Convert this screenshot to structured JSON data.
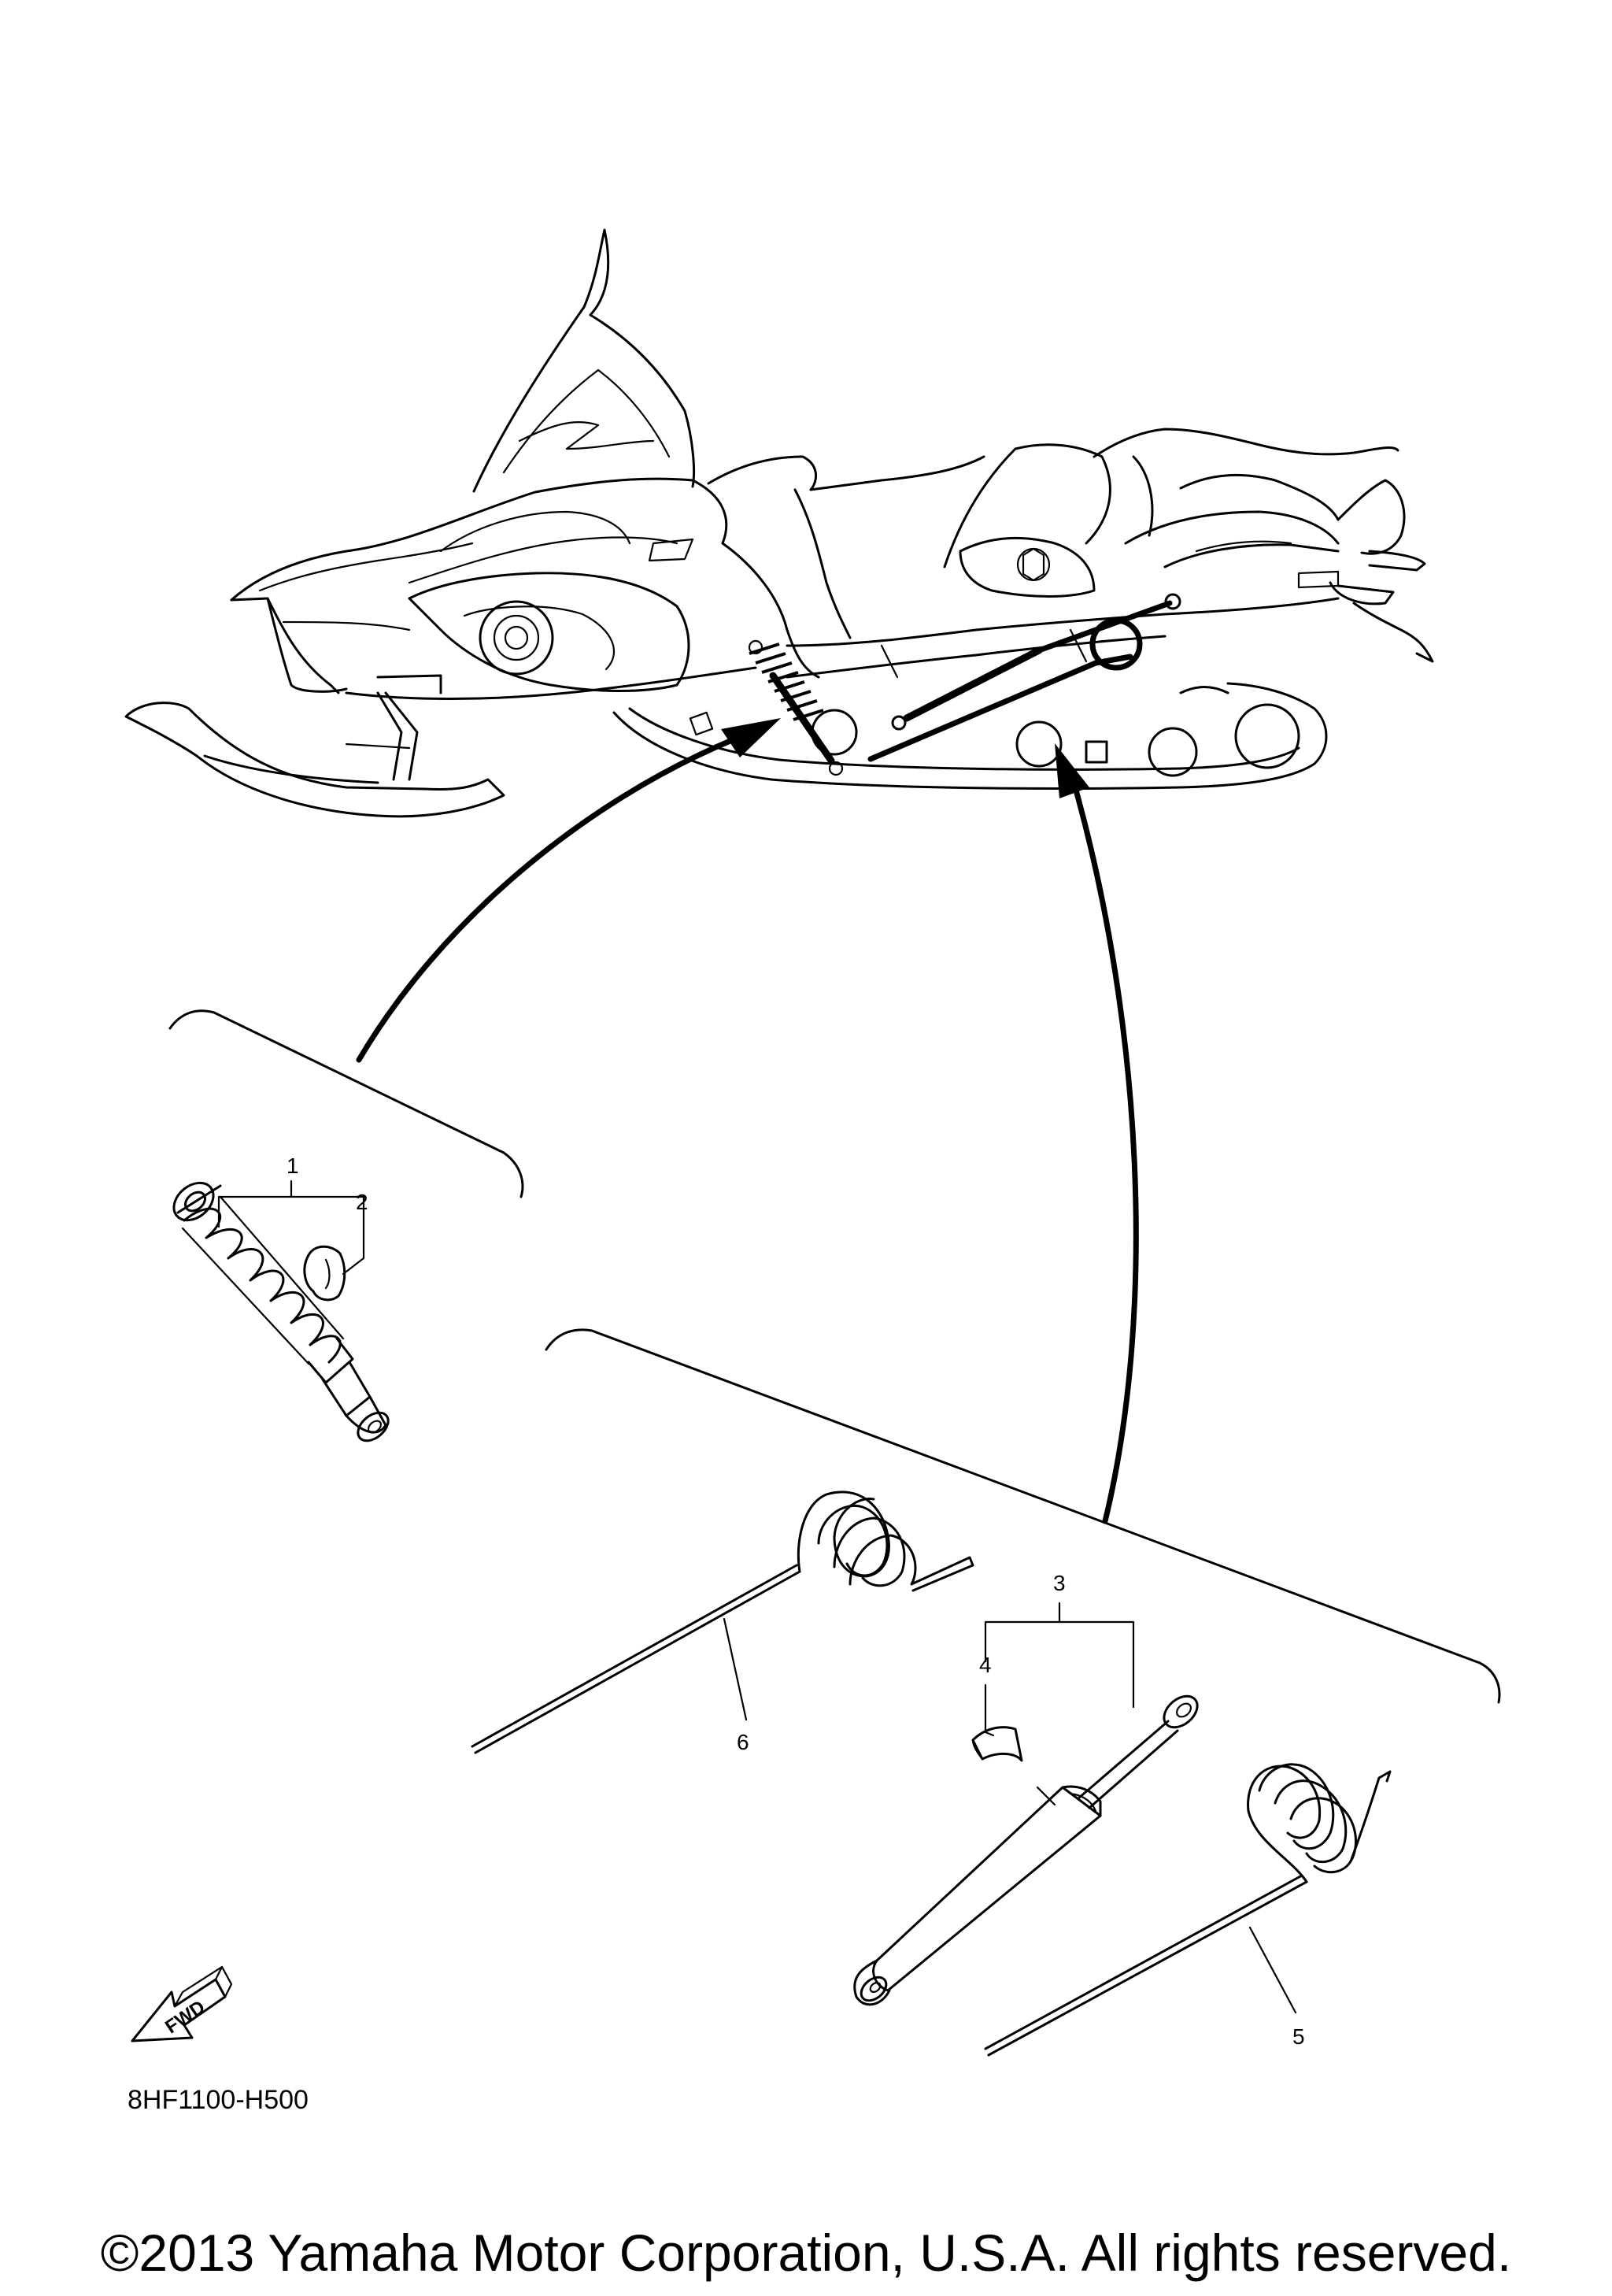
{
  "callouts": [
    {
      "id": "1",
      "label": "1"
    },
    {
      "id": "2",
      "label": "2"
    },
    {
      "id": "3",
      "label": "3"
    },
    {
      "id": "4",
      "label": "4"
    },
    {
      "id": "5",
      "label": "5"
    },
    {
      "id": "6",
      "label": "6"
    }
  ],
  "fwd_label": "FWD",
  "diagram_code": "8HF1100-H500",
  "copyright": "©2013 Yamaha Motor Corporation, U.S.A. All rights reserved."
}
